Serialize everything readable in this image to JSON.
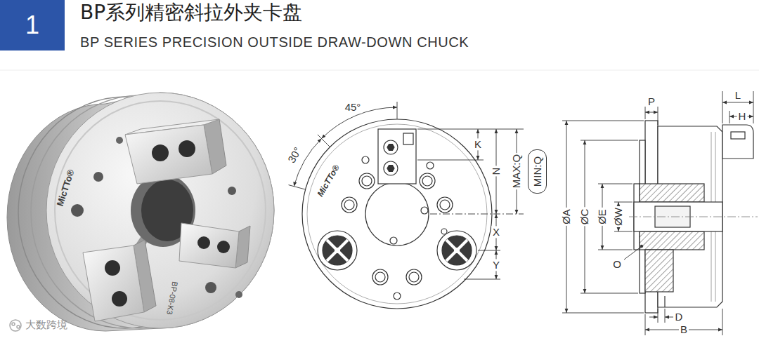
{
  "diagram": {
    "title": "BP系列精密斜拉外夹卡盘",
    "nodes": [
      {
        "text": [
          "1"
        ]
      },
      {
        "text": [
          "MIN:Q"
        ]
      }
    ],
    "labels": [
      "BP SERIES PRECISION OUTSIDE DRAW-DOWN CHUCK",
      "MicTTo®",
      "BP-08-K3",
      "45°",
      "30°",
      "MicTTo®",
      "K",
      "N",
      "MAX:Q",
      "X",
      "Y",
      "P",
      "L",
      "H",
      "ØA",
      "ØC",
      "ØE",
      "ØW",
      "O",
      "D",
      "B",
      "大数跨境"
    ]
  }
}
